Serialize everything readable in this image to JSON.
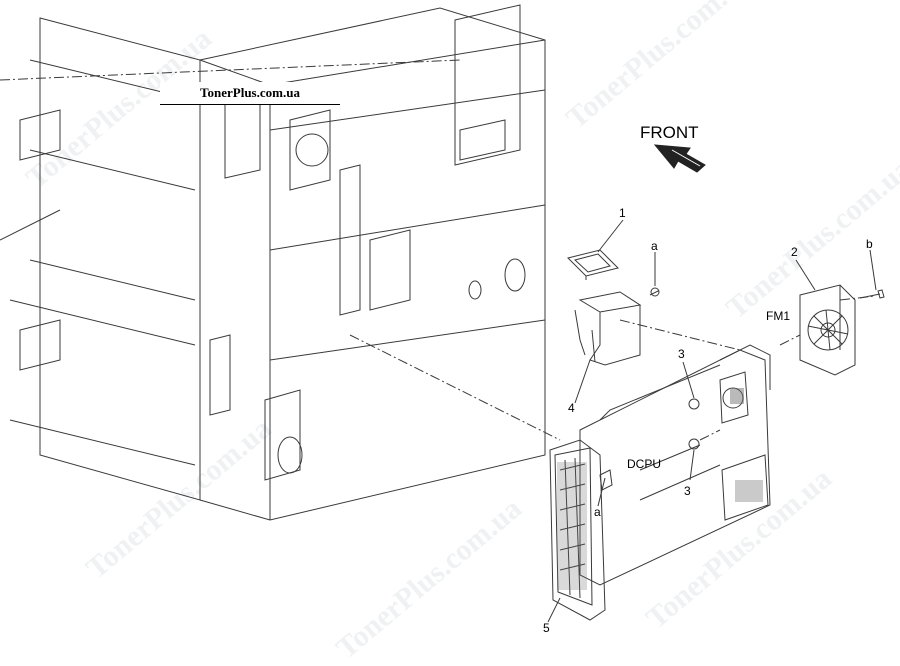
{
  "site_tag": "TonerPlus.com.ua",
  "front_label": "FRONT",
  "callouts": {
    "c1": "1",
    "c2": "2",
    "c3a": "3",
    "c3b": "3",
    "c4": "4",
    "c5": "5",
    "ca1": "a",
    "ca2": "a",
    "cb": "b",
    "fm1": "FM1",
    "dcpu": "DCPU"
  },
  "watermarks": {
    "w1": "TonerPlus.com.ua",
    "w2": "TonerPlus.com.ua",
    "w3": "TonerPlus.com.ua",
    "w4": "TonerPlus.com.ua",
    "w5": "TonerPlus.com.ua",
    "w6": "TonerPlus.com.ua"
  },
  "colors": {
    "line": "#3a3a3a",
    "watermark": "#b8c2c8"
  }
}
